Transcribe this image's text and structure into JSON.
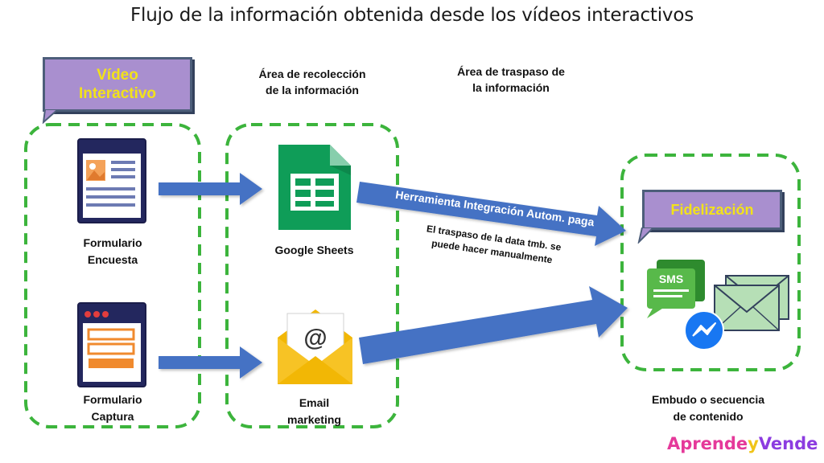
{
  "title": "Flujo de la información obtenida desde los vídeos interactivos",
  "video_box": {
    "line1": "Vídeo",
    "line2": "Interactivo"
  },
  "collection_area": {
    "line1": "Área de recolección",
    "line2": "de la información"
  },
  "transfer_area": {
    "line1": "Área de traspaso de",
    "line2": "la información"
  },
  "survey_form": {
    "line1": "Formulario",
    "line2": "Encuesta"
  },
  "capture_form": {
    "line1": "Formulario",
    "line2": "Captura"
  },
  "google_sheets": {
    "label": "Google Sheets"
  },
  "email": {
    "line1": "Email",
    "line2": "marketing",
    "at_symbol": "@"
  },
  "integration_arrow": {
    "label": "Herramienta Integración Autom. paga"
  },
  "manual_note": {
    "line1": "El traspaso  de la data tmb. se",
    "line2": "puede hacer manualmente"
  },
  "loyalty_box": {
    "label": "Fidelización"
  },
  "sms": {
    "label": "SMS"
  },
  "funnel": {
    "line1": "Embudo o secuencia",
    "line2": "de contenido"
  },
  "logo": {
    "part1": "Aprende",
    "part2": "y",
    "part3": "Vende"
  },
  "colors": {
    "dash_green": "#3cb43c",
    "arrow_blue": "#4472c4",
    "box_purple": "#a98fcf",
    "box_text_yellow": "#f2e21a",
    "sheets_green": "#0f9d58",
    "logo_pink": "#e5399a",
    "logo_yellow": "#f0c419",
    "logo_purple": "#8c3ce0"
  }
}
